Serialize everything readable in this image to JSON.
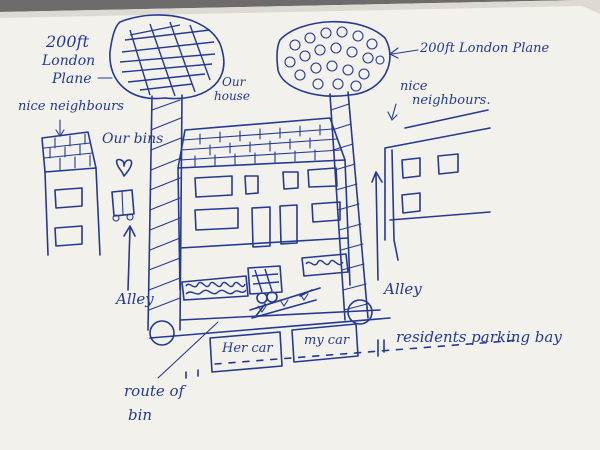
{
  "sketch": {
    "ink_color": "#243a92",
    "paper_color": "#f3f1ec",
    "background_color": "#6e6c6a",
    "labels": {
      "tree_left_line1": "200ft",
      "tree_left_line2": "London",
      "tree_left_line3": "Plane",
      "tree_right": "200ft London Plane",
      "neighbours_left": "nice neighbours",
      "neighbours_right_line1": "nice",
      "neighbours_right_line2": "neighbours.",
      "our_house_line1": "Our",
      "our_house_line2": "house",
      "our_bins": "Our bins",
      "alley_left": "Alley",
      "alley_right": "Alley",
      "her_car": "Her car",
      "my_car": "my car",
      "route_line1": "route of",
      "route_line2": "bin",
      "parking_bay": "residents parking bay"
    },
    "icons": [
      "heart-icon",
      "bin-icon",
      "arrow-up-icon",
      "arrow-down-icon"
    ]
  }
}
